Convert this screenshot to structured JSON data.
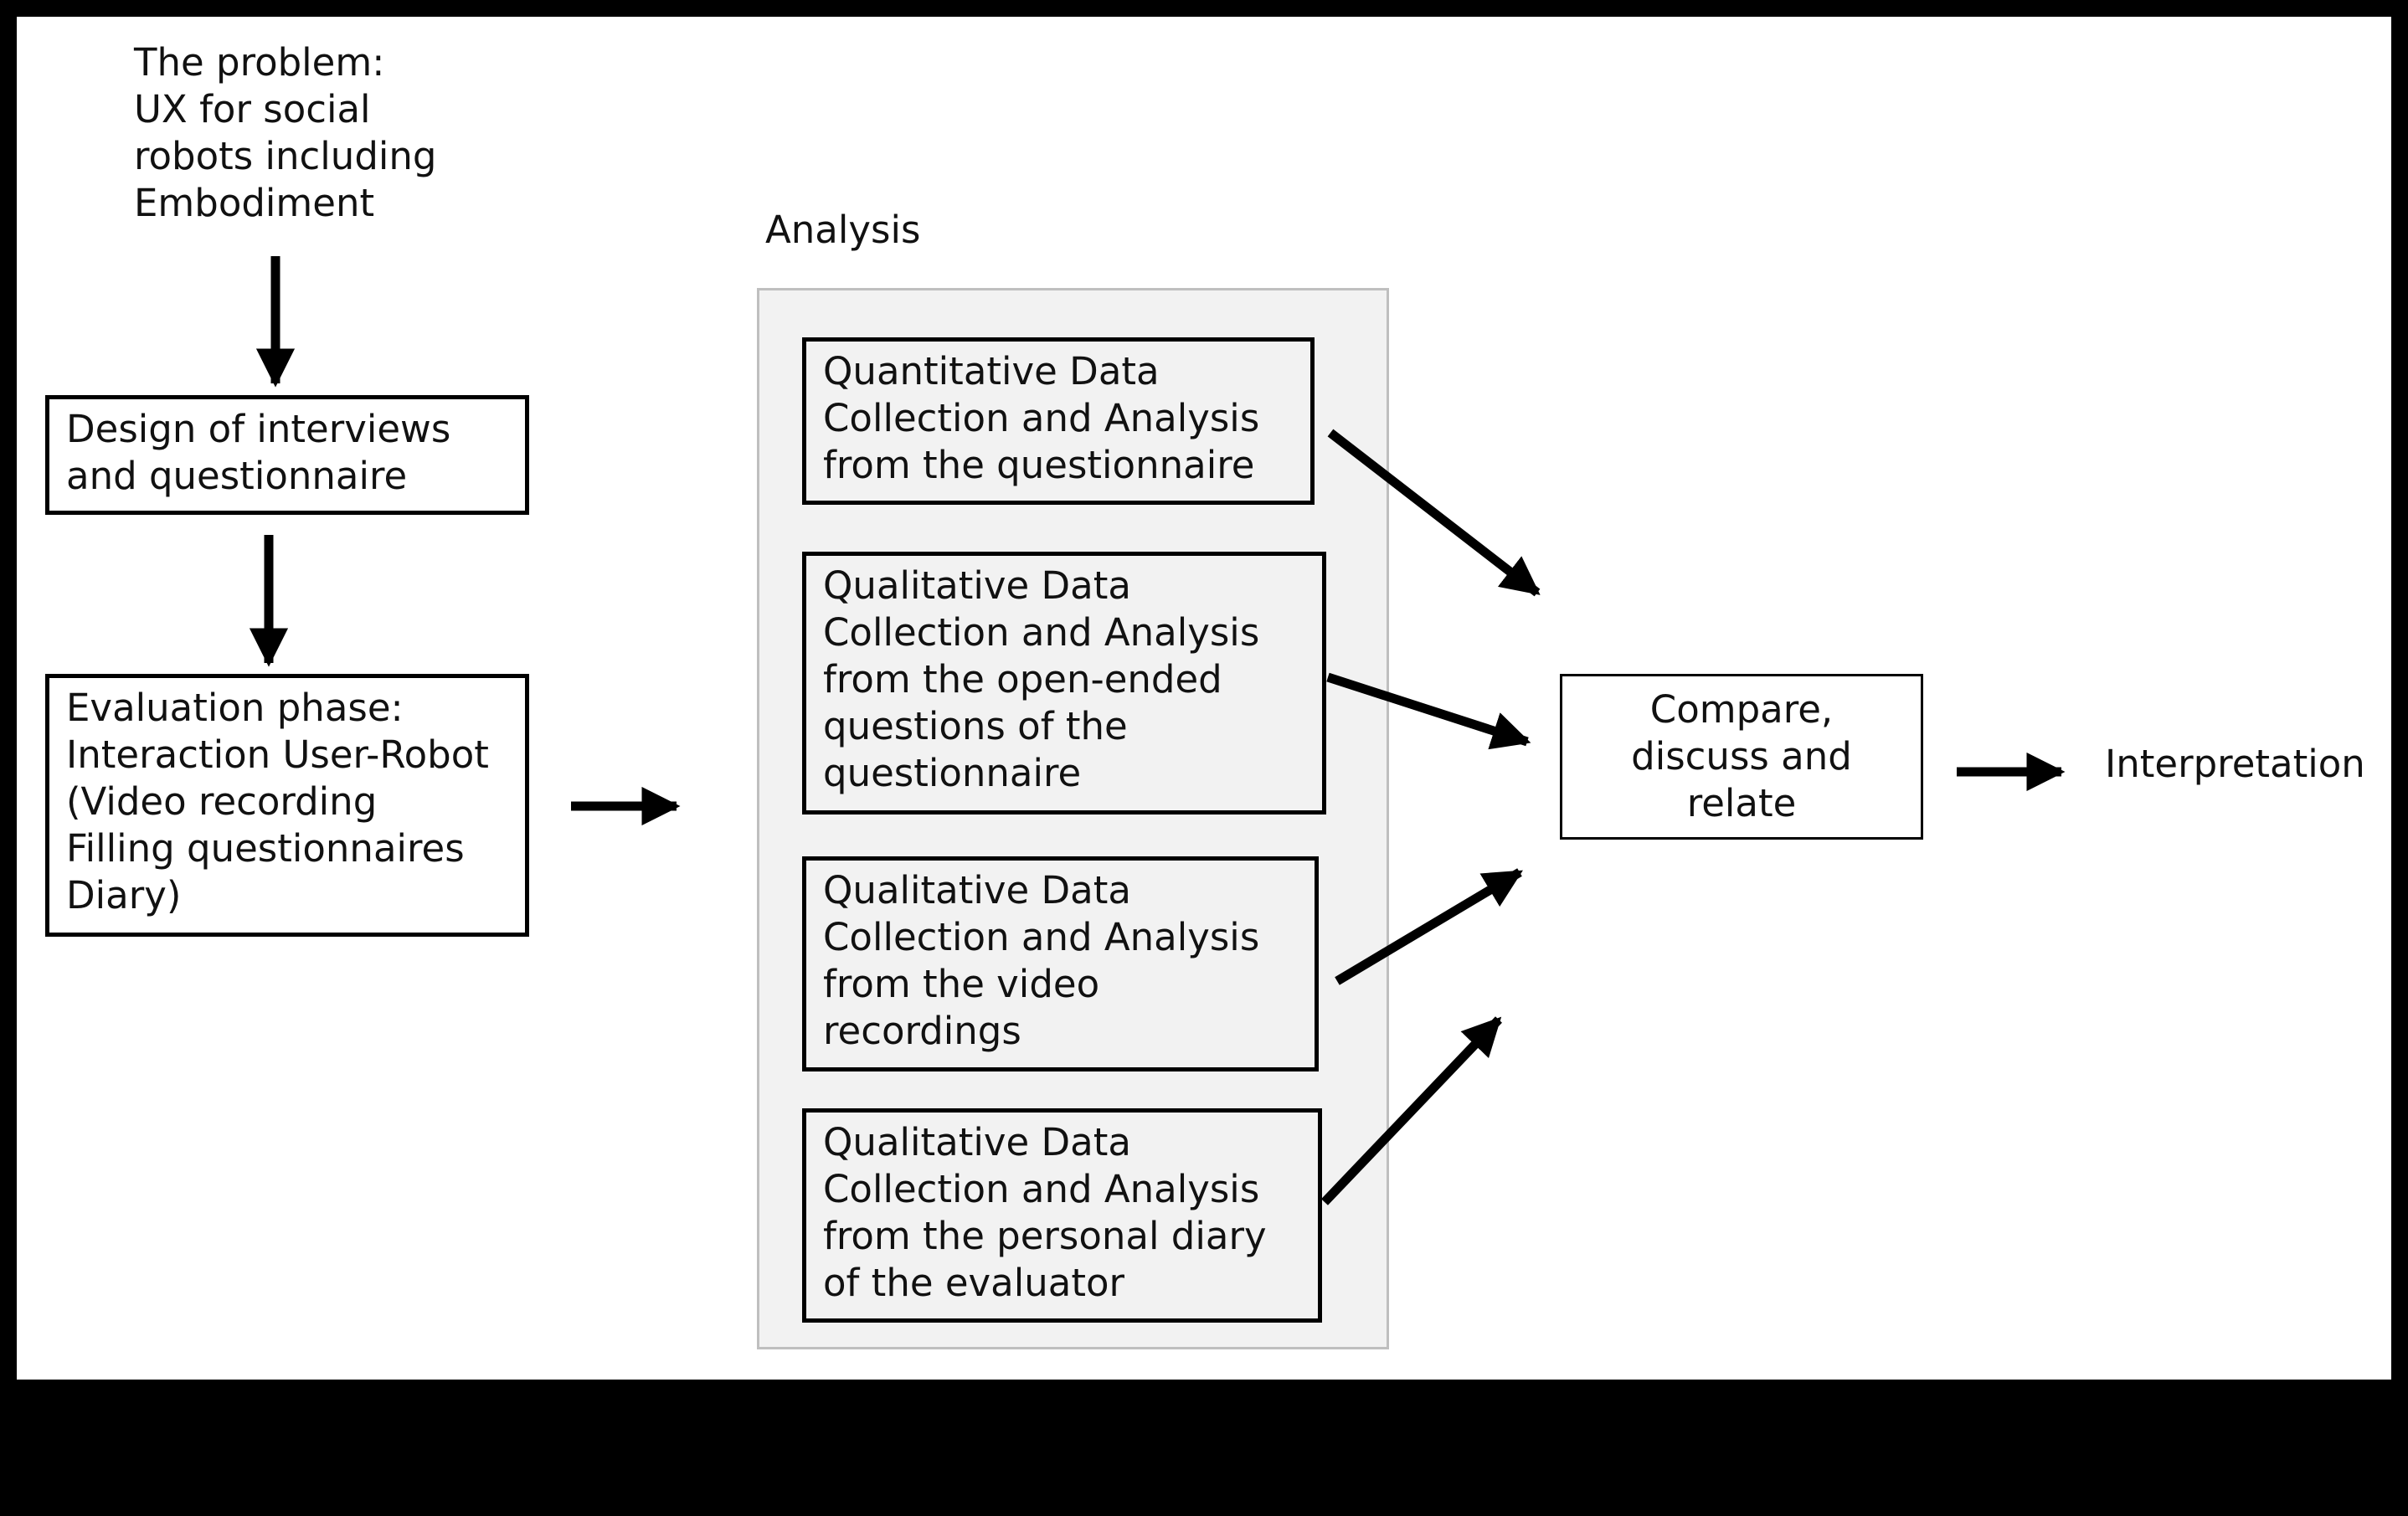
{
  "colors": {
    "background": "#000000",
    "canvas": "#ffffff",
    "group_fill": "#f2f2f2",
    "group_border": "#bfbfbf",
    "ink": "#000000"
  },
  "problem": {
    "text": "The problem:\nUX for social\nrobots including\nEmbodiment"
  },
  "design": {
    "text": "Design of interviews\nand questionnaire"
  },
  "evaluation": {
    "text": "Evaluation phase:\nInteraction User-Robot\n(Video recording\nFilling questionnaires\nDiary)"
  },
  "analysis": {
    "label": "Analysis",
    "boxes": [
      {
        "text": "Quantitative Data\nCollection and  Analysis\nfrom the questionnaire"
      },
      {
        "text": "Qualitative Data\nCollection and  Analysis\nfrom the open-ended\nquestions of the\nquestionnaire"
      },
      {
        "text": "Qualitative Data\nCollection and Analysis\nfrom the video\nrecordings"
      },
      {
        "text": "Qualitative Data\nCollection and Analysis\nfrom the personal diary\nof the evaluator"
      }
    ]
  },
  "compare": {
    "text": "Compare,\ndiscuss and\nrelate"
  },
  "interpretation": {
    "text": "Interpretation"
  },
  "arrows": [
    {
      "name": "arrow-problem-to-design"
    },
    {
      "name": "arrow-design-to-evaluation"
    },
    {
      "name": "arrow-evaluation-to-analysis"
    },
    {
      "name": "arrow-quantitative-to-compare"
    },
    {
      "name": "arrow-open-ended-to-compare"
    },
    {
      "name": "arrow-video-to-compare"
    },
    {
      "name": "arrow-diary-to-compare"
    },
    {
      "name": "arrow-compare-to-interpretation"
    }
  ]
}
